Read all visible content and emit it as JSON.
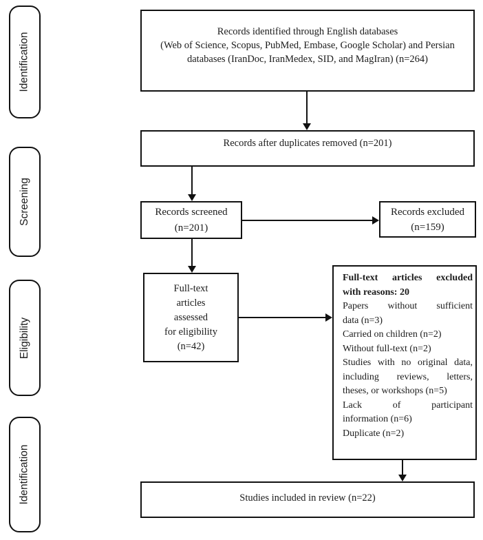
{
  "stages": [
    {
      "label": "Identification"
    },
    {
      "label": "Screening"
    },
    {
      "label": "Eligibility"
    },
    {
      "label": "Identification"
    }
  ],
  "boxes": {
    "records_identified": {
      "lines": [
        "Records identified through English databases",
        "(Web of Science, Scopus, PubMed, Embase, Google Scholar) and Persian",
        "databases (IranDoc, IranMedex, SID, and MagIran) (n=264)"
      ]
    },
    "duplicates_removed": {
      "text": "Records after duplicates removed (n=201)"
    },
    "records_screened": {
      "lines": [
        "Records screened",
        "(n=201)"
      ]
    },
    "records_excluded": {
      "lines": [
        "Records excluded",
        "(n=159)"
      ]
    },
    "fulltext_assessed": {
      "lines": [
        "Full-text",
        "articles",
        "assessed",
        "for eligibility",
        "(n=42)"
      ]
    },
    "fulltext_excluded": {
      "lines": [
        {
          "text": "Full-text articles excluded"
        },
        {
          "text": "with reasons: 20"
        },
        {
          "text": "Papers without sufficient"
        },
        {
          "text": "data (n=3)"
        },
        {
          "text": "Carried on children (n=2)"
        },
        {
          "text": "Without full-text (n=2)"
        },
        {
          "text": "Studies with no original data,"
        },
        {
          "text": "including reviews, letters,"
        },
        {
          "text": "theses, or workshops (n=5)"
        },
        {
          "text": "Lack of participant"
        },
        {
          "text": "information (n=6)"
        },
        {
          "text": "Duplicate (n=2)"
        }
      ]
    },
    "studies_included": {
      "text": "Studies included in review (n=22)"
    }
  },
  "colors": {
    "border": "#111111",
    "text": "#1b1b1b",
    "background": "#ffffff"
  }
}
